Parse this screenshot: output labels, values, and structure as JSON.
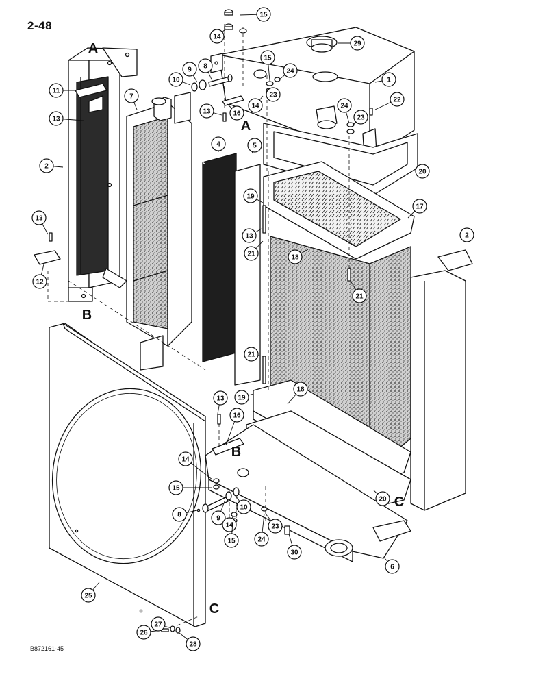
{
  "page_number": "2-48",
  "figure_code": "B872161-45",
  "section_markers": [
    "A",
    "A",
    "B",
    "B",
    "C",
    "C"
  ],
  "callouts": [
    "1",
    "2",
    "2",
    "4",
    "5",
    "6",
    "7",
    "8",
    "8",
    "9",
    "9",
    "10",
    "10",
    "11",
    "12",
    "13",
    "13",
    "13",
    "13",
    "13",
    "14",
    "14",
    "14",
    "14",
    "15",
    "15",
    "15",
    "15",
    "16",
    "16",
    "17",
    "18",
    "18",
    "19",
    "19",
    "20",
    "20",
    "21",
    "21",
    "21",
    "22",
    "23",
    "23",
    "23",
    "24",
    "24",
    "24",
    "25",
    "26",
    "27",
    "28",
    "29",
    "30"
  ]
}
